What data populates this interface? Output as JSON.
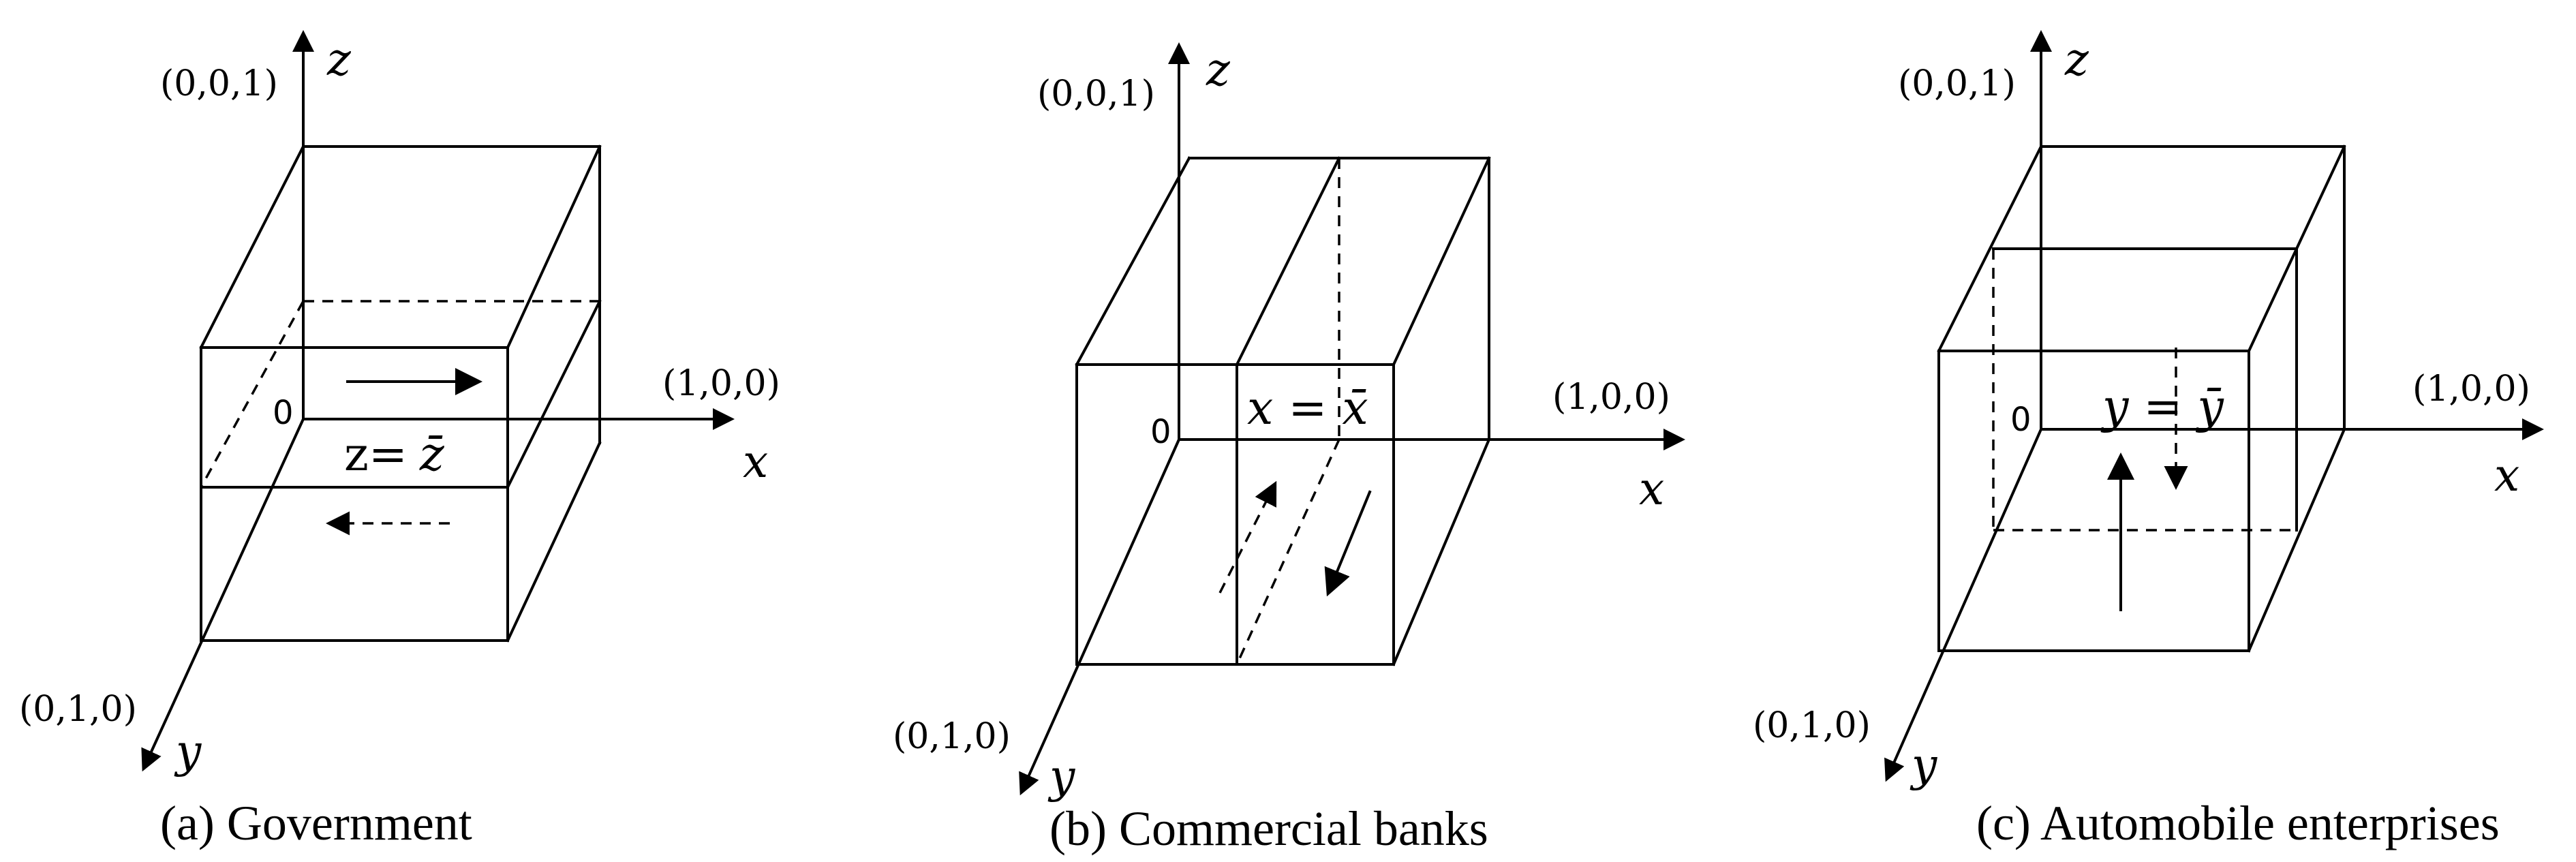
{
  "panels": [
    {
      "caption": "(a) Government",
      "label_z_axis": "z",
      "label_x_axis": "x",
      "label_y_axis": "y",
      "coord_z": "(0,0,1)",
      "coord_x": "(1,0,0)",
      "coord_y": "(0,1,0)",
      "origin": "0",
      "equation_var": "z",
      "equation_op": "=",
      "equation_bar": "z̄"
    },
    {
      "caption": "(b) Commercial banks",
      "label_z_axis": "z",
      "label_x_axis": "x",
      "label_y_axis": "y",
      "coord_z": "(0,0,1)",
      "coord_x": "(1,0,0)",
      "coord_y": "(0,1,0)",
      "origin": "0",
      "equation_var": "x",
      "equation_op": "=",
      "equation_bar": "x̄"
    },
    {
      "caption": "(c) Automobile enterprises",
      "label_z_axis": "z",
      "label_x_axis": "x",
      "label_y_axis": "y",
      "coord_z": "(0,0,1)",
      "coord_x": "(1,0,0)",
      "coord_y": "(0,1,0)",
      "origin": "0",
      "equation_var": "y",
      "equation_op": "=",
      "equation_bar": "ȳ"
    }
  ]
}
